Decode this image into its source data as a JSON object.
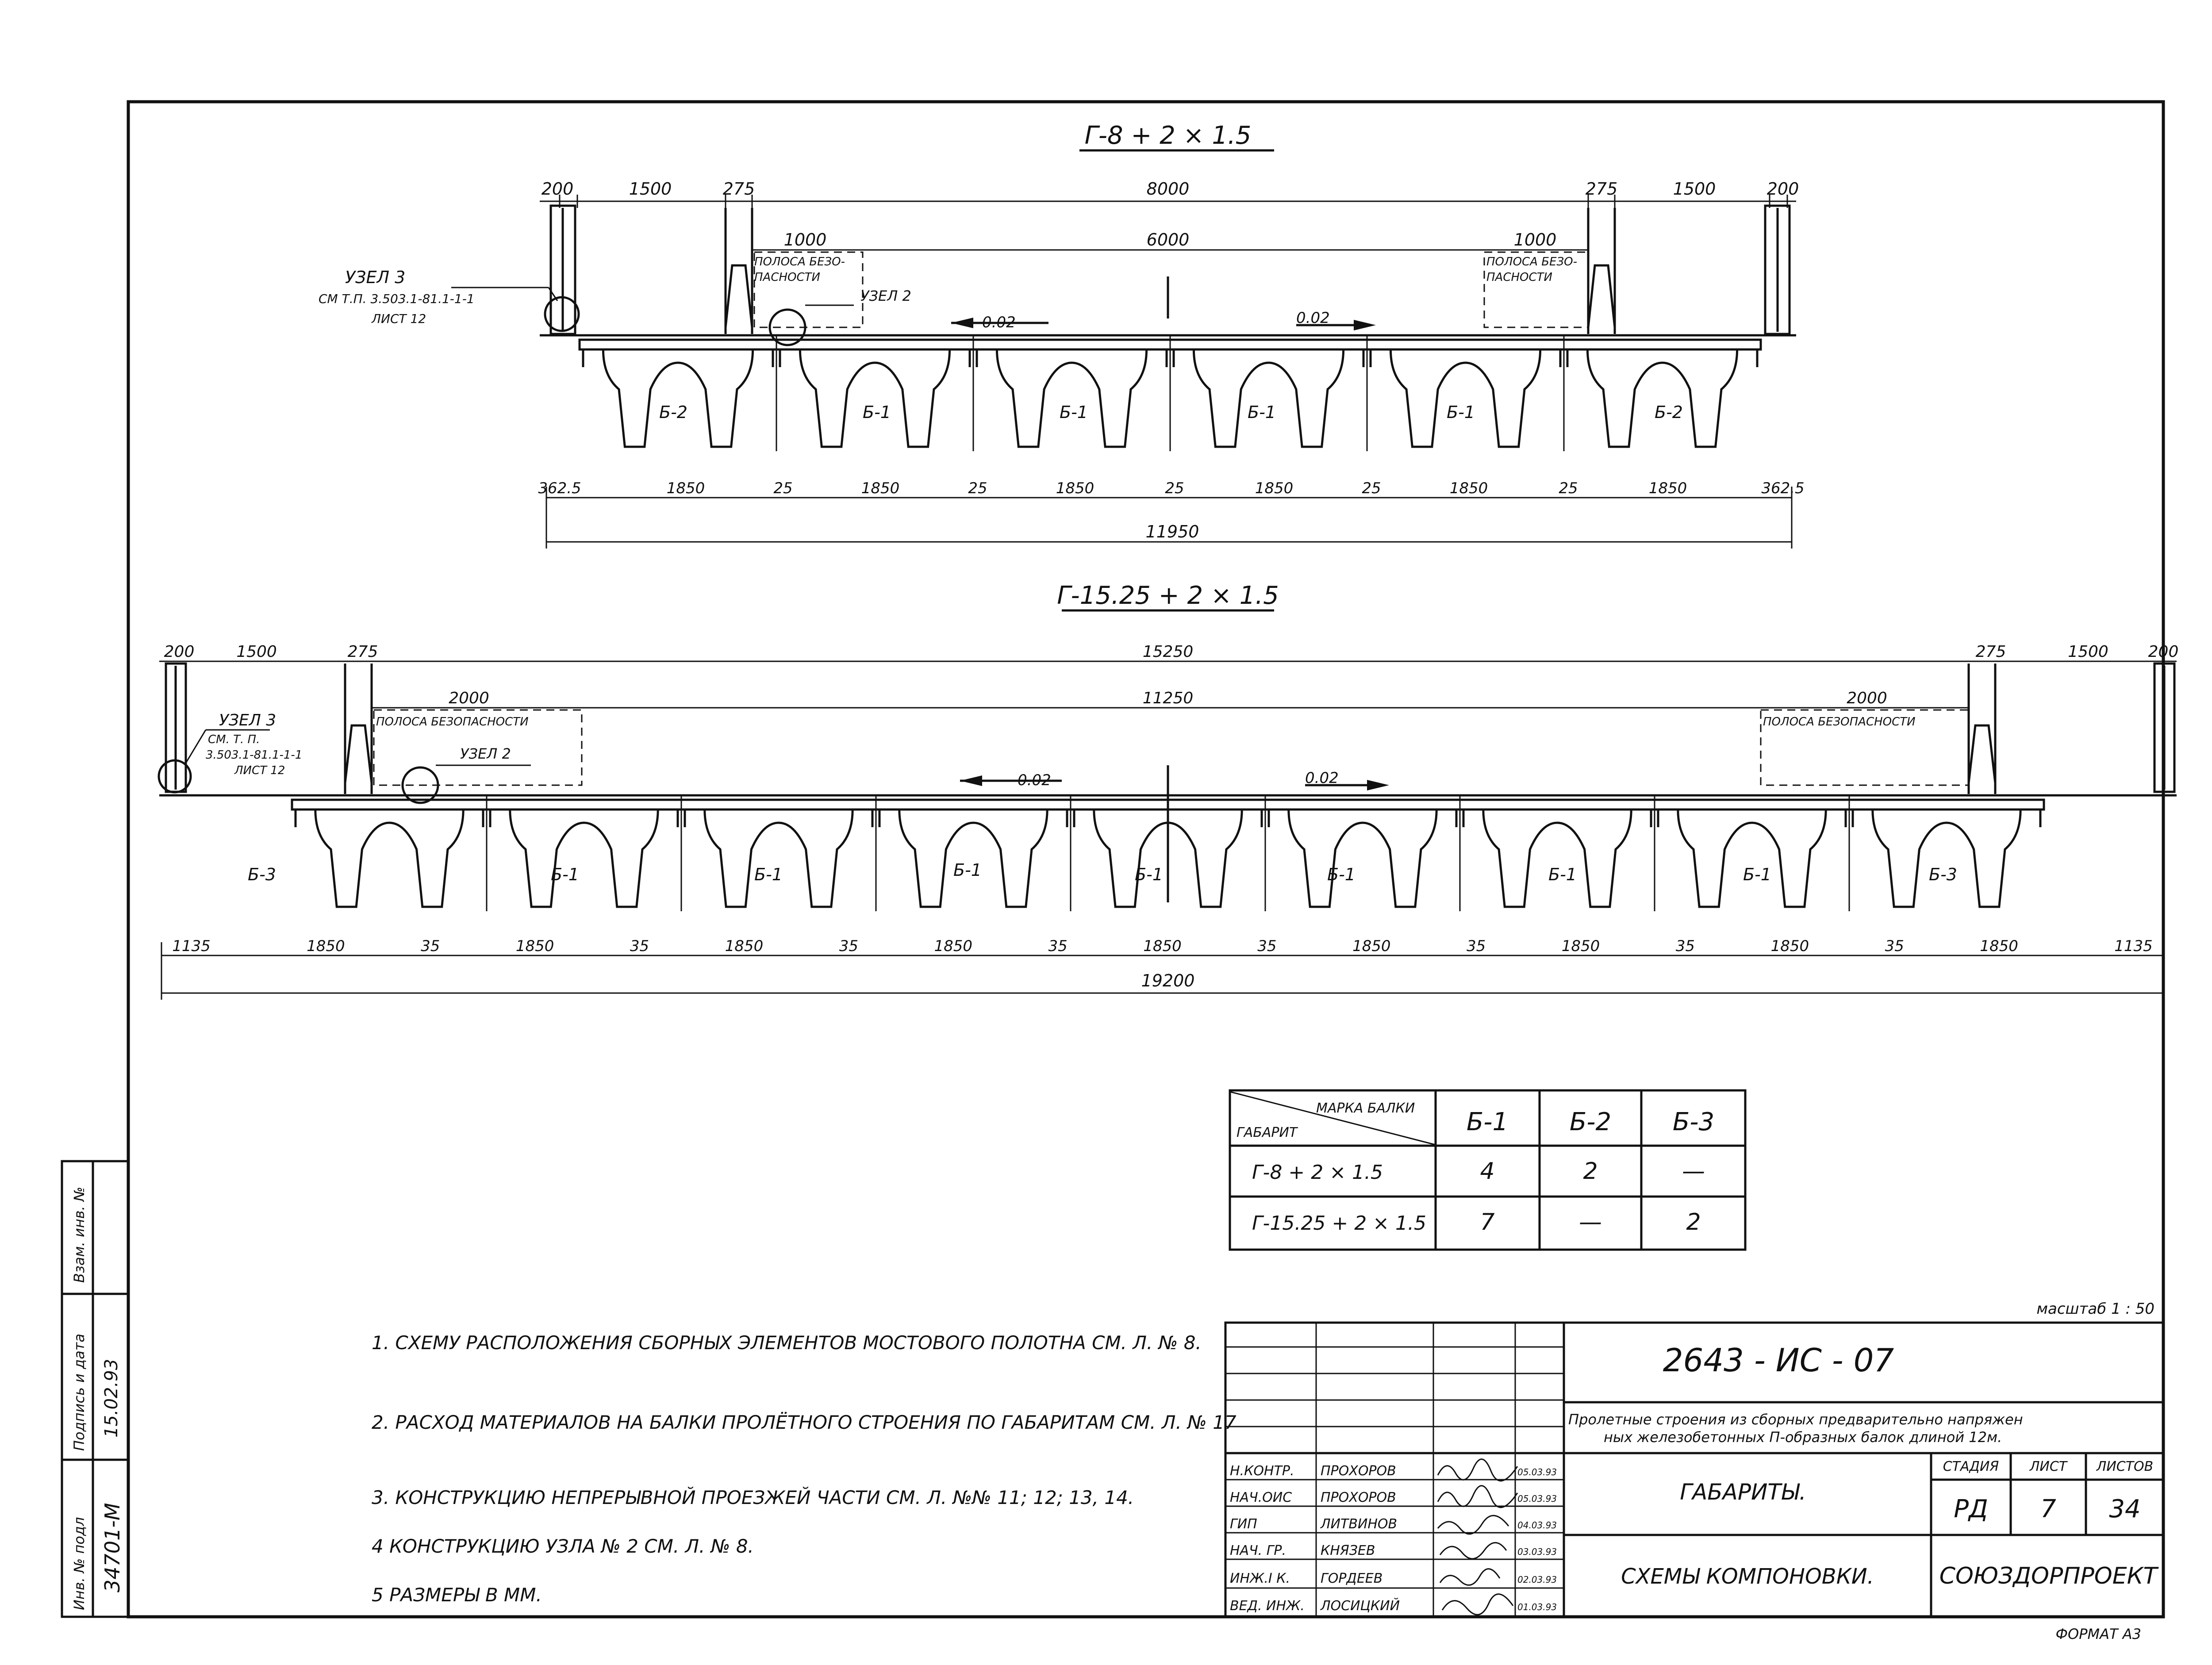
{
  "section1": {
    "title": "Г-8 + 2 × 1.5",
    "top_dims": [
      "200",
      "1500",
      "275",
      "8000",
      "275",
      "1500",
      "200"
    ],
    "inner_dims": [
      "1000",
      "6000",
      "1000"
    ],
    "safety_strip": [
      "ПОЛОСА БЕЗО-",
      "ПАСНОСТИ"
    ],
    "node3": [
      "УЗЕЛ 3",
      "СМ Т.П. 3.503.1-81.1-1-1",
      "ЛИСТ 12"
    ],
    "node2": "УЗЕЛ 2",
    "slope": "0.02",
    "beam_labels": [
      "Б-2",
      "Б-1",
      "Б-1",
      "Б-1",
      "Б-1",
      "Б-2"
    ],
    "bottom_dims": [
      "362.5",
      "1850",
      "25",
      "1850",
      "25",
      "1850",
      "25",
      "1850",
      "25",
      "1850",
      "25",
      "1850",
      "362.5"
    ],
    "total": "11950"
  },
  "section2": {
    "title": "Г-15.25 + 2 × 1.5",
    "top_dims": [
      "200",
      "1500",
      "275",
      "15250",
      "275",
      "1500",
      "200"
    ],
    "inner_dims": [
      "2000",
      "11250",
      "2000"
    ],
    "safety_strip": "ПОЛОСА БЕЗОПАСНОСТИ",
    "node3": [
      "УЗЕЛ 3",
      "СМ. Т. П.",
      "3.503.1-81.1-1-1",
      "ЛИСТ 12"
    ],
    "node2": "УЗЕЛ 2",
    "slope": "0.02",
    "beam_labels": [
      "Б-3",
      "Б-1",
      "Б-1",
      "Б-1",
      "Б-1",
      "Б-1",
      "Б-1",
      "Б-1",
      "Б-3"
    ],
    "bottom_dims": [
      "1135",
      "1850",
      "35",
      "1850",
      "35",
      "1850",
      "35",
      "1850",
      "35",
      "1850",
      "35",
      "1850",
      "35",
      "1850",
      "35",
      "1850",
      "35",
      "1850",
      "1135"
    ],
    "total": "19200"
  },
  "beam_table": {
    "corner_top": "МАРКА БАЛКИ",
    "corner_bottom": "ГАБАРИТ",
    "columns": [
      "Б-1",
      "Б-2",
      "Б-3"
    ],
    "rows": [
      {
        "label": "Г-8 + 2 × 1.5",
        "values": [
          "4",
          "2",
          "—"
        ]
      },
      {
        "label": "Г-15.25 + 2 × 1.5",
        "values": [
          "7",
          "—",
          "2"
        ]
      }
    ]
  },
  "notes": [
    "1. СХЕМУ РАСПОЛОЖЕНИЯ СБОРНЫХ ЭЛЕМЕНТОВ МОСТОВОГО ПОЛОТНА СМ. Л. № 8.",
    "2. РАСХОД МАТЕРИАЛОВ НА БАЛКИ ПРОЛЁТНОГО СТРОЕНИЯ ПО ГАБАРИТАМ СМ. Л. № 17",
    "3. КОНСТРУКЦИЮ НЕПРЕРЫВНОЙ ПРОЕЗЖЕЙ ЧАСТИ СМ. Л. №№ 11; 12; 13, 14.",
    "4 КОНСТРУКЦИЮ УЗЛА № 2 СМ. Л. № 8.",
    "5 РАЗМЕРЫ В ММ."
  ],
  "scale": "масштаб 1 : 50",
  "title_block": {
    "doc_code": "2643 - ИС - 07",
    "project": "Пролетные строения из сборных предварительно напряженных железобетонных П-образных балок длиной 12м.",
    "sheet_title": "ГАБАРИТЫ.",
    "sheet_subtitle": "СХЕМЫ КОМПОНОВКИ.",
    "org": "СОЮЗДОРПРОЕКТ",
    "stage_label": "СТАДИЯ",
    "sheet_label": "ЛИСТ",
    "sheets_label": "ЛИСТОВ",
    "stage": "РД",
    "sheet": "7",
    "sheets": "34",
    "staff": [
      {
        "role": "Н.КОНТР.",
        "name": "ПРОХОРОВ",
        "date": "05.03.93"
      },
      {
        "role": "НАЧ.ОИС",
        "name": "ПРОХОРОВ",
        "date": "05.03.93"
      },
      {
        "role": "ГИП",
        "name": "ЛИТВИНОВ",
        "date": "04.03.93"
      },
      {
        "role": "НАЧ. ГР.",
        "name": "КНЯЗЕВ",
        "date": "03.03.93"
      },
      {
        "role": "ИНЖ.I К.",
        "name": "ГОРДЕЕВ",
        "date": "02.03.93"
      },
      {
        "role": "ВЕД. ИНЖ.",
        "name": "ЛОСИЦКИЙ",
        "date": "01.03.93"
      }
    ],
    "format": "ФОРМАТ А3"
  },
  "side_stamp": {
    "inv_label": "Инв. № подл",
    "inv_value": "34701-М",
    "sign_label": "Подпись и дата",
    "sign_value": "15.02.93",
    "swap_label": "Взам. инв. №"
  }
}
